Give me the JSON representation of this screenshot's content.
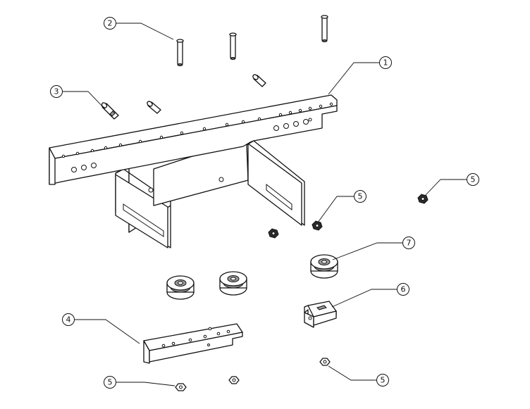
{
  "callouts": [
    {
      "id": "c1",
      "label": "1"
    },
    {
      "id": "c2",
      "label": "2"
    },
    {
      "id": "c3",
      "label": "3"
    },
    {
      "id": "c4",
      "label": "4"
    },
    {
      "id": "c5a",
      "label": "5"
    },
    {
      "id": "c5b",
      "label": "5"
    },
    {
      "id": "c5c",
      "label": "5"
    },
    {
      "id": "c5d",
      "label": "5"
    },
    {
      "id": "c6",
      "label": "6"
    },
    {
      "id": "c7",
      "label": "7"
    }
  ]
}
